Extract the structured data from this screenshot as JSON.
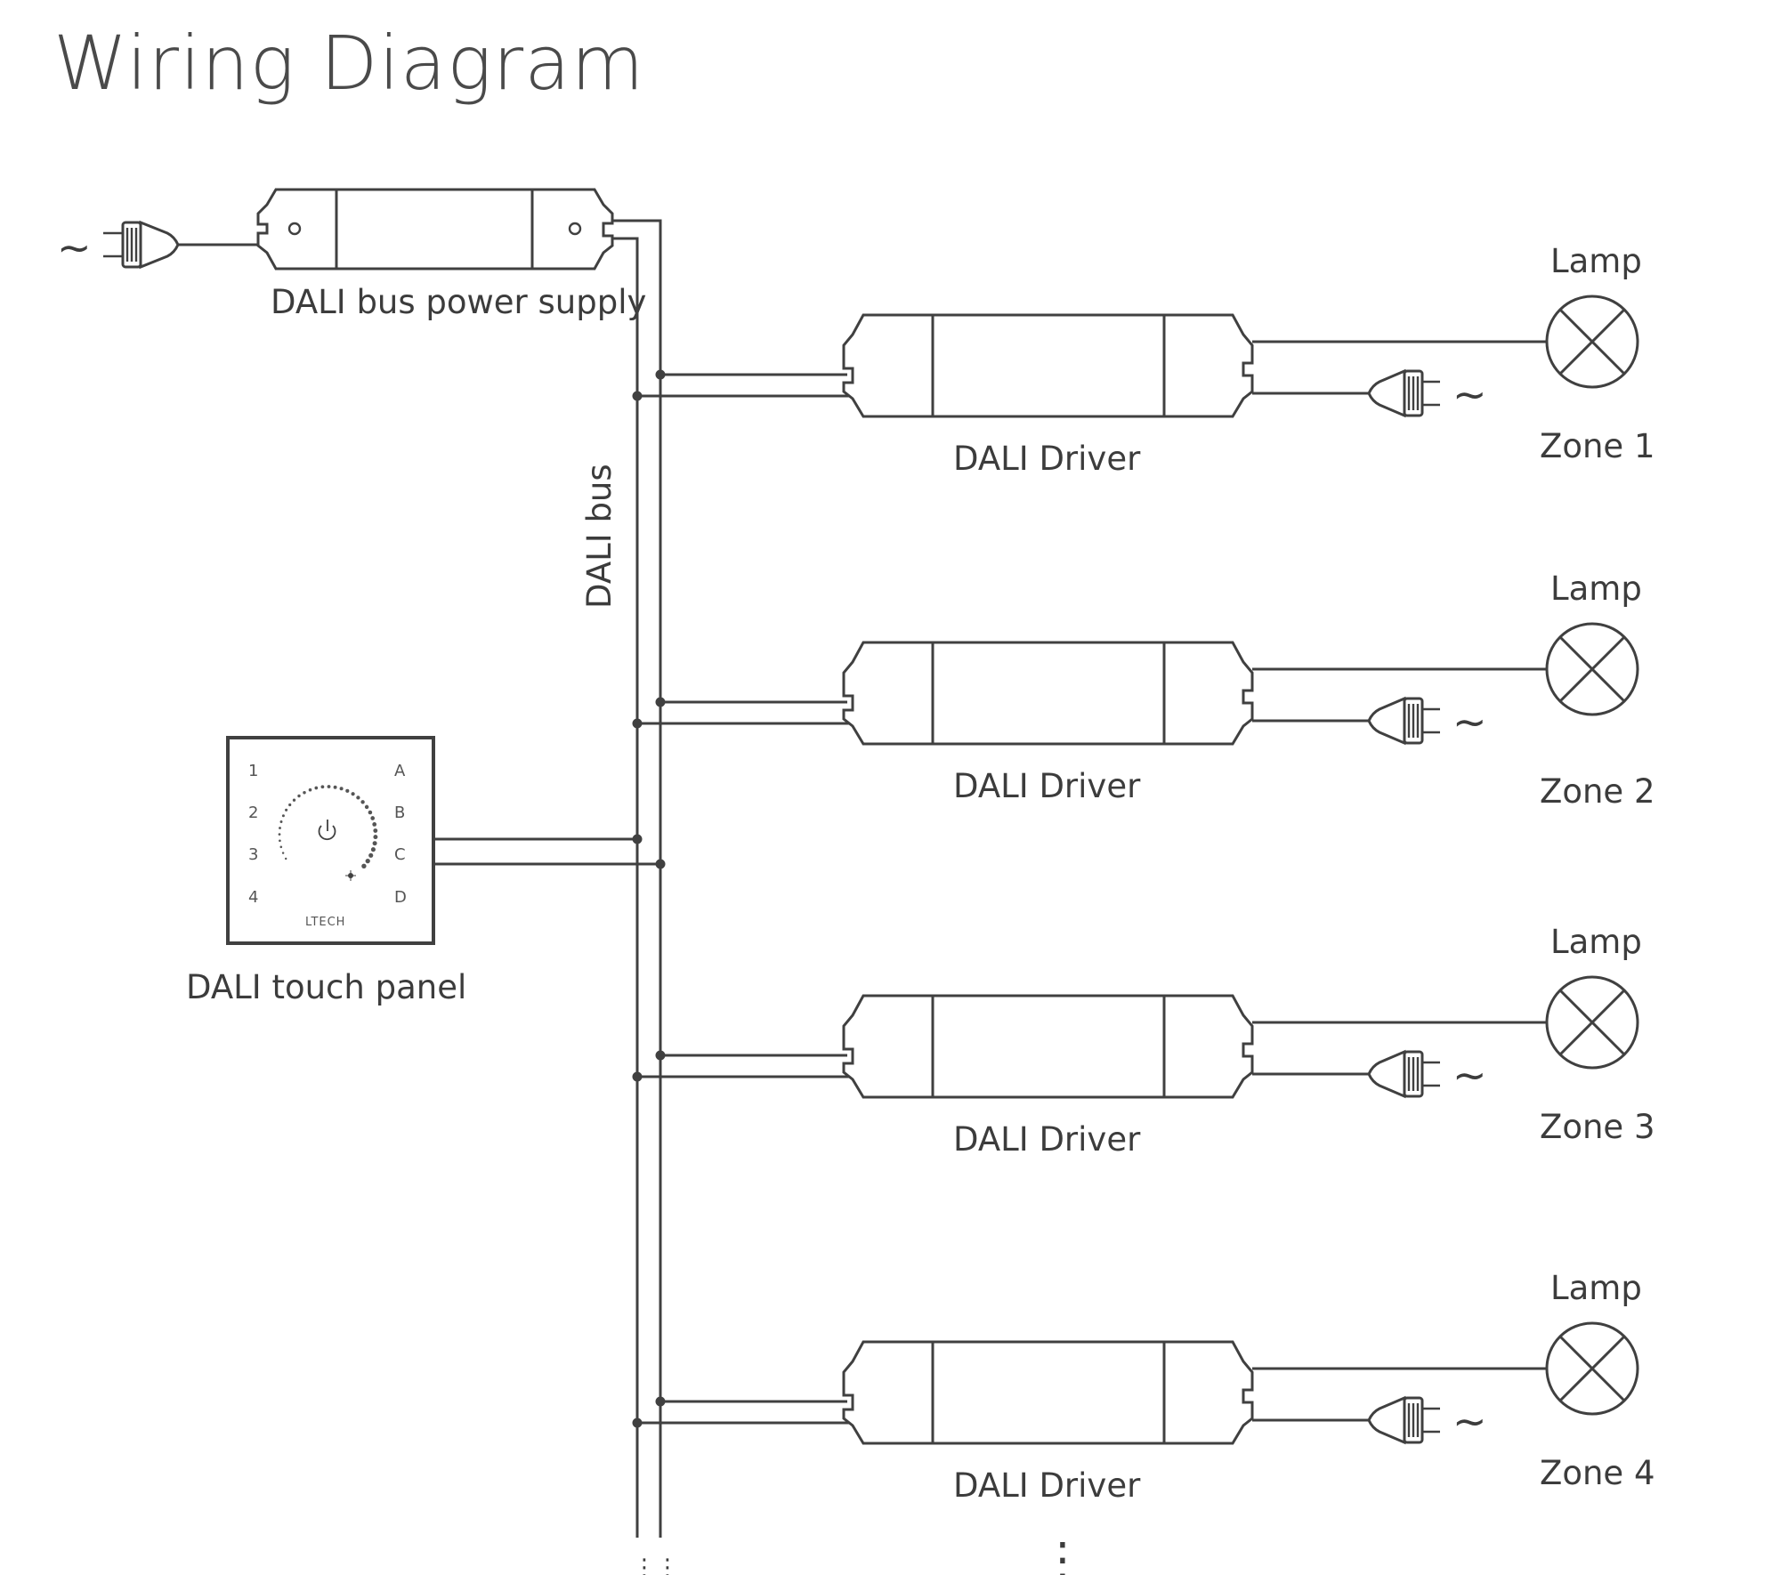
{
  "title": "Wiring Diagram",
  "power_supply": {
    "label": "DALI bus power supply",
    "ac_symbol": "~"
  },
  "bus": {
    "label": "DALI bus",
    "continuation": "⋮"
  },
  "touch_panel": {
    "label": "DALI touch panel",
    "brand": "LTECH",
    "left_keys": [
      "1",
      "2",
      "3",
      "4"
    ],
    "right_keys": [
      "A",
      "B",
      "C",
      "D"
    ]
  },
  "drivers": [
    {
      "driver_label": "DALI Driver",
      "lamp_label": "Lamp",
      "zone_label": "Zone 1",
      "ac_symbol": "~"
    },
    {
      "driver_label": "DALI Driver",
      "lamp_label": "Lamp",
      "zone_label": "Zone 2",
      "ac_symbol": "~"
    },
    {
      "driver_label": "DALI Driver",
      "lamp_label": "Lamp",
      "zone_label": "Zone 3",
      "ac_symbol": "~"
    },
    {
      "driver_label": "DALI Driver",
      "lamp_label": "Lamp",
      "zone_label": "Zone 4",
      "ac_symbol": "~"
    }
  ],
  "more_drivers": "⋮",
  "colors": {
    "line": "#404040",
    "text": "#3c3c3c",
    "background": "#ffffff"
  }
}
